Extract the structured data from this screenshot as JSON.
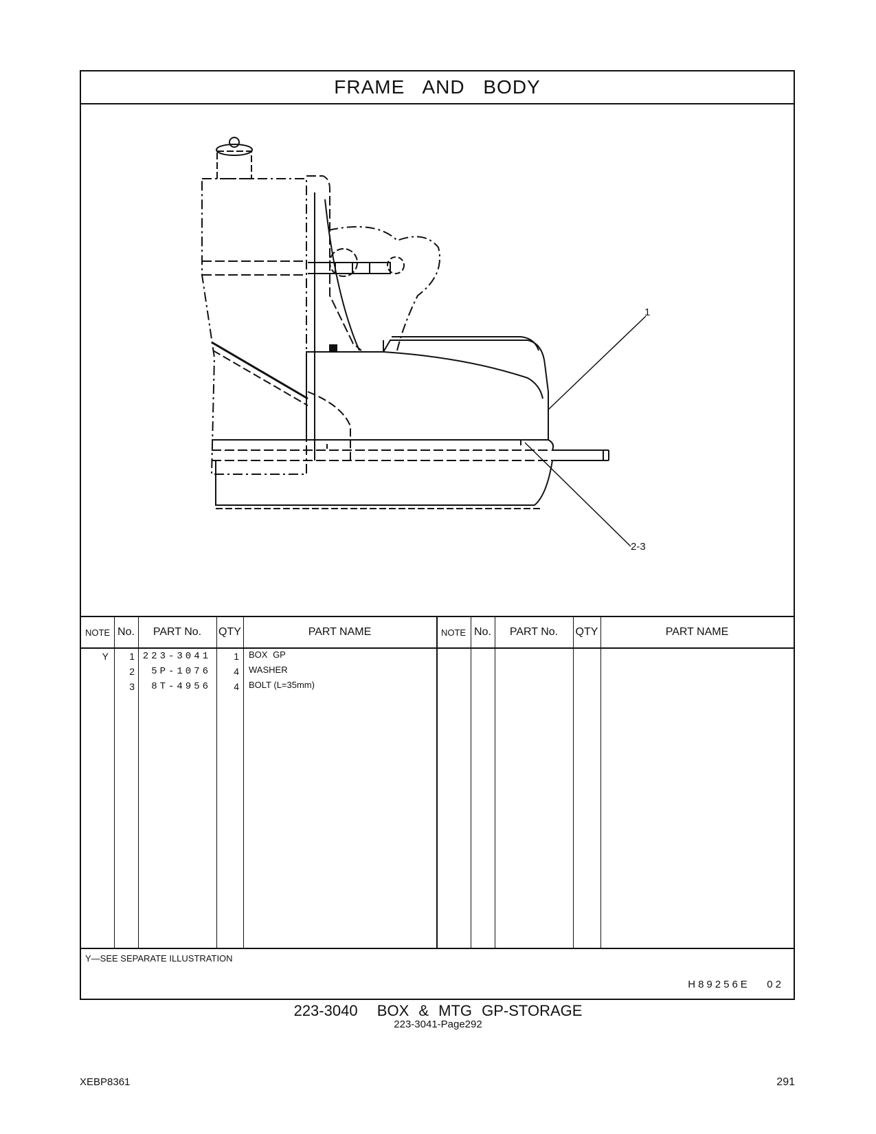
{
  "page": {
    "title": "FRAME   AND   BODY",
    "caption_main": "223-3040  BOX & MTG GP-STORAGE",
    "caption_sub": "223-3041-Page292",
    "doc_code": "XEBP8361",
    "page_number": "291"
  },
  "illustration": {
    "callouts": [
      "1",
      "2-3"
    ]
  },
  "table": {
    "headers": {
      "note": "NOTE",
      "no": "No.",
      "part_no": "PART No.",
      "qty": "QTY",
      "part_name": "PART NAME"
    },
    "rows": [
      {
        "note": "Y",
        "no": "1",
        "part_no": "223-3041",
        "qty": "1",
        "name": "BOX GP"
      },
      {
        "note": "",
        "no": "2",
        "part_no": "5P-1076",
        "qty": "4",
        "name": "WASHER"
      },
      {
        "note": "",
        "no": "3",
        "part_no": "8T-4956",
        "qty": "4",
        "name": "BOLT (L=35mm)"
      }
    ],
    "footnote": "Y—SEE SEPARATE ILLUSTRATION",
    "illustration_code": "H89256E   02"
  }
}
